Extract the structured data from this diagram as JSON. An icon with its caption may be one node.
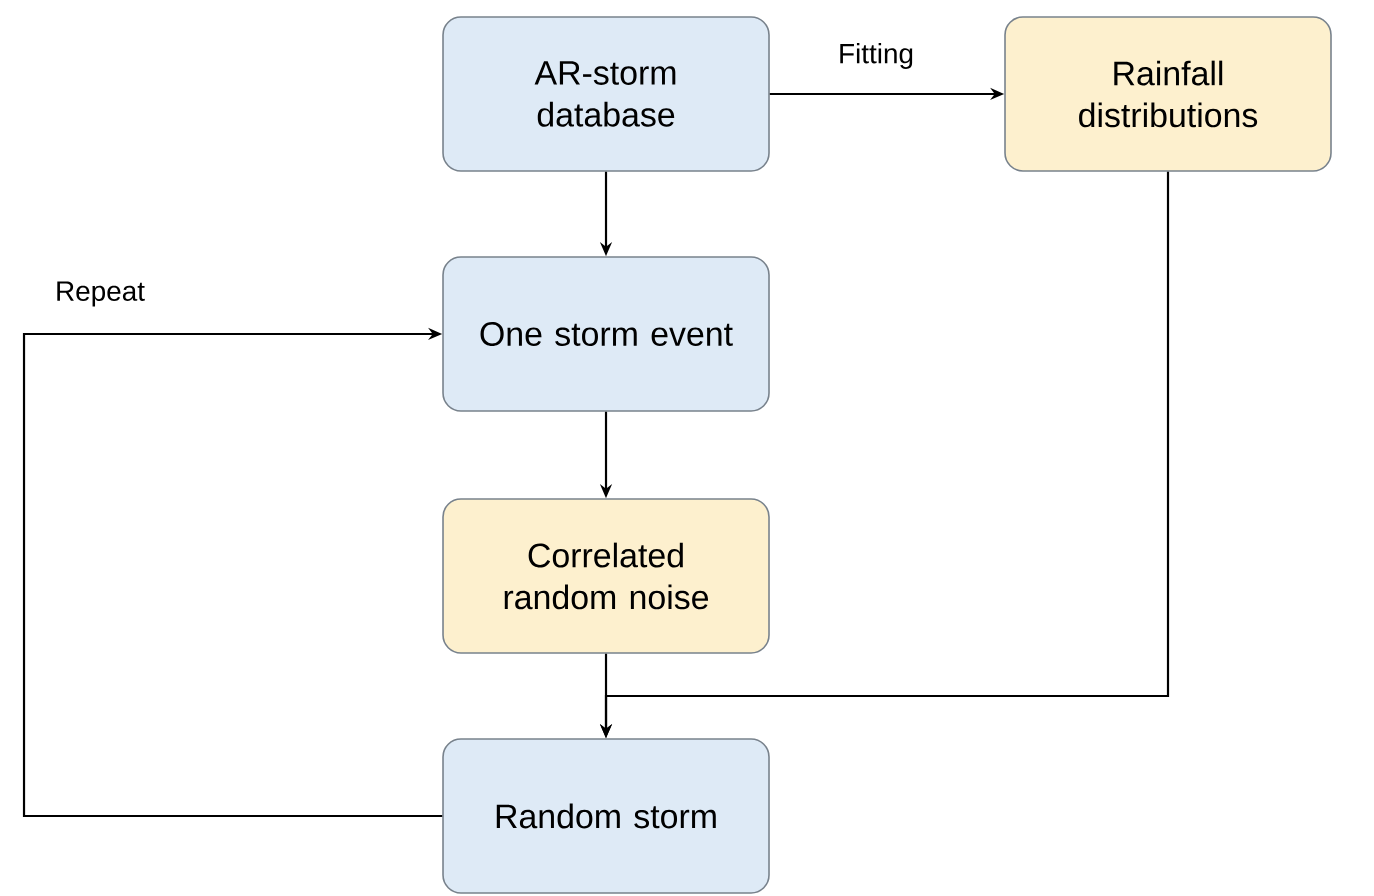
{
  "diagram": {
    "nodes": [
      {
        "text": [
          "AR-storm database"
        ]
      },
      {
        "text": [
          "Rainfall distributions"
        ]
      },
      {
        "text": [
          "One storm event"
        ]
      },
      {
        "text": [
          "Correlated random noise"
        ]
      },
      {
        "text": [
          "Random storm"
        ]
      }
    ],
    "edges": [
      {
        "from": 0,
        "to": 1,
        "arrow": "to",
        "label": "Fitting"
      },
      {
        "from": 0,
        "to": 2,
        "arrow": "to"
      },
      {
        "from": 2,
        "to": 3,
        "arrow": "to"
      },
      {
        "from": 3,
        "to": 4,
        "arrow": "to"
      },
      {
        "from": 1,
        "to": 4,
        "arrow": "to"
      },
      {
        "from": 4,
        "to": 2,
        "arrow": "to",
        "label": "Repeat"
      }
    ]
  }
}
